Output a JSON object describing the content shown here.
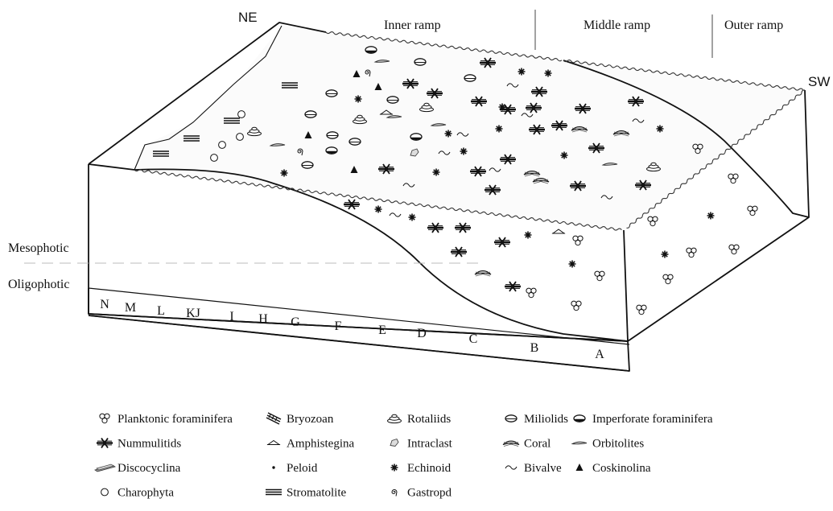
{
  "directions": {
    "ne": "NE",
    "sw": "SW"
  },
  "zones": [
    "Inner ramp",
    "Middle ramp",
    "Outer ramp"
  ],
  "photic": {
    "upper": "Mesophotic",
    "lower": "Oligophotic"
  },
  "sections": [
    "N",
    "M",
    "L",
    "KJ",
    "I",
    "H",
    "G",
    "F",
    "E",
    "D",
    "C",
    "B",
    "A"
  ],
  "legend": [
    {
      "icon": "planktonic-foraminifera",
      "label": "Planktonic foraminifera"
    },
    {
      "icon": "bryozoan",
      "label": "Bryozoan"
    },
    {
      "icon": "rotaliids",
      "label": "Rotaliids"
    },
    {
      "icon": "miliolids",
      "label": "Miliolids"
    },
    {
      "icon": "imperforate-foraminifera",
      "label": "Imperforate foraminifera"
    },
    {
      "icon": "nummulitids",
      "label": "Nummulitids"
    },
    {
      "icon": "amphistegina",
      "label": "Amphistegina"
    },
    {
      "icon": "intraclast",
      "label": "Intraclast"
    },
    {
      "icon": "coral",
      "label": "Coral"
    },
    {
      "icon": "orbitolites",
      "label": "Orbitolites"
    },
    {
      "icon": "discocyclina",
      "label": "Discocyclina"
    },
    {
      "icon": "peloid",
      "label": "Peloid"
    },
    {
      "icon": "echinoid",
      "label": "Echinoid"
    },
    {
      "icon": "bivalve",
      "label": "Bivalve"
    },
    {
      "icon": "coskinolina",
      "label": "Coskinolina"
    },
    {
      "icon": "charophyta",
      "label": "Charophyta"
    },
    {
      "icon": "stromatolite",
      "label": "Stromatolite"
    },
    {
      "icon": "gastropod",
      "label": "Gastropd"
    }
  ],
  "surface_symbols": [
    {
      "type": "stromatolite",
      "items": [
        [
          360,
          106
        ],
        [
          288,
          150
        ],
        [
          238,
          172
        ],
        [
          200,
          191
        ]
      ]
    },
    {
      "type": "charophyta",
      "items": [
        [
          300,
          142
        ],
        [
          298,
          170
        ],
        [
          276,
          180
        ],
        [
          266,
          196
        ]
      ]
    },
    {
      "type": "rotaliids",
      "items": [
        [
          316,
          163
        ],
        [
          447,
          148
        ],
        [
          530,
          133
        ],
        [
          812,
          207
        ]
      ]
    },
    {
      "type": "gastropod",
      "items": [
        [
          373,
          188
        ],
        [
          457,
          90
        ]
      ]
    },
    {
      "type": "coskinolina",
      "items": [
        [
          443,
          92
        ],
        [
          470,
          108
        ],
        [
          383,
          168
        ],
        [
          440,
          211
        ]
      ]
    },
    {
      "type": "imperforate-foraminifera",
      "items": [
        [
          461,
          62
        ],
        [
          412,
          187
        ],
        [
          517,
          170
        ]
      ]
    },
    {
      "type": "miliolids",
      "items": [
        [
          522,
          77
        ],
        [
          584,
          97
        ],
        [
          412,
          116
        ],
        [
          488,
          124
        ],
        [
          386,
          142
        ],
        [
          441,
          176
        ],
        [
          413,
          168
        ],
        [
          382,
          205
        ]
      ]
    },
    {
      "type": "nummulitids",
      "items": [
        [
          606,
          78
        ],
        [
          540,
          116
        ],
        [
          510,
          104
        ],
        [
          670,
          114
        ],
        [
          663,
          134
        ],
        [
          631,
          136
        ],
        [
          695,
          156
        ],
        [
          667,
          161
        ],
        [
          790,
          126
        ],
        [
          724,
          135
        ],
        [
          595,
          126
        ],
        [
          480,
          210
        ],
        [
          631,
          198
        ],
        [
          594,
          213
        ],
        [
          741,
          184
        ],
        [
          718,
          231
        ],
        [
          612,
          236
        ],
        [
          799,
          230
        ],
        [
          437,
          254
        ],
        [
          541,
          283
        ],
        [
          575,
          283
        ],
        [
          570,
          313
        ],
        [
          624,
          301
        ],
        [
          637,
          356
        ]
      ]
    },
    {
      "type": "echinoid",
      "items": [
        [
          648,
          89
        ],
        [
          681,
          91
        ],
        [
          445,
          123
        ],
        [
          624,
          133
        ],
        [
          620,
          160
        ],
        [
          576,
          188
        ],
        [
          557,
          166
        ],
        [
          701,
          193
        ],
        [
          820,
          160
        ],
        [
          542,
          214
        ],
        [
          353,
          215
        ],
        [
          470,
          260
        ],
        [
          512,
          270
        ],
        [
          883,
          268
        ],
        [
          656,
          292
        ],
        [
          711,
          328
        ],
        [
          826,
          316
        ]
      ]
    },
    {
      "type": "orbitolites",
      "items": [
        [
          475,
          76
        ],
        [
          545,
          155
        ],
        [
          345,
          180
        ],
        [
          490,
          145
        ],
        [
          758,
          204
        ]
      ]
    },
    {
      "type": "amphistegina",
      "items": [
        [
          480,
          140
        ],
        [
          694,
          288
        ]
      ]
    },
    {
      "type": "intraclast",
      "items": [
        [
          515,
          190
        ]
      ]
    },
    {
      "type": "coral",
      "items": [
        [
          720,
          160
        ],
        [
          772,
          165
        ],
        [
          661,
          215
        ],
        [
          672,
          224
        ],
        [
          600,
          339
        ]
      ]
    },
    {
      "type": "bivalve",
      "items": [
        [
          637,
          106
        ],
        [
          655,
          143
        ],
        [
          793,
          150
        ],
        [
          552,
          190
        ],
        [
          575,
          167
        ],
        [
          508,
          230
        ],
        [
          615,
          211
        ],
        [
          491,
          267
        ],
        [
          754,
          245
        ]
      ]
    },
    {
      "type": "planktonic-foraminifera",
      "items": [
        [
          867,
          185
        ],
        [
          911,
          222
        ],
        [
          935,
          262
        ],
        [
          811,
          275
        ],
        [
          859,
          314
        ],
        [
          912,
          310
        ],
        [
          830,
          347
        ],
        [
          718,
          299
        ],
        [
          745,
          343
        ],
        [
          660,
          364
        ],
        [
          716,
          380
        ],
        [
          797,
          385
        ]
      ]
    }
  ]
}
